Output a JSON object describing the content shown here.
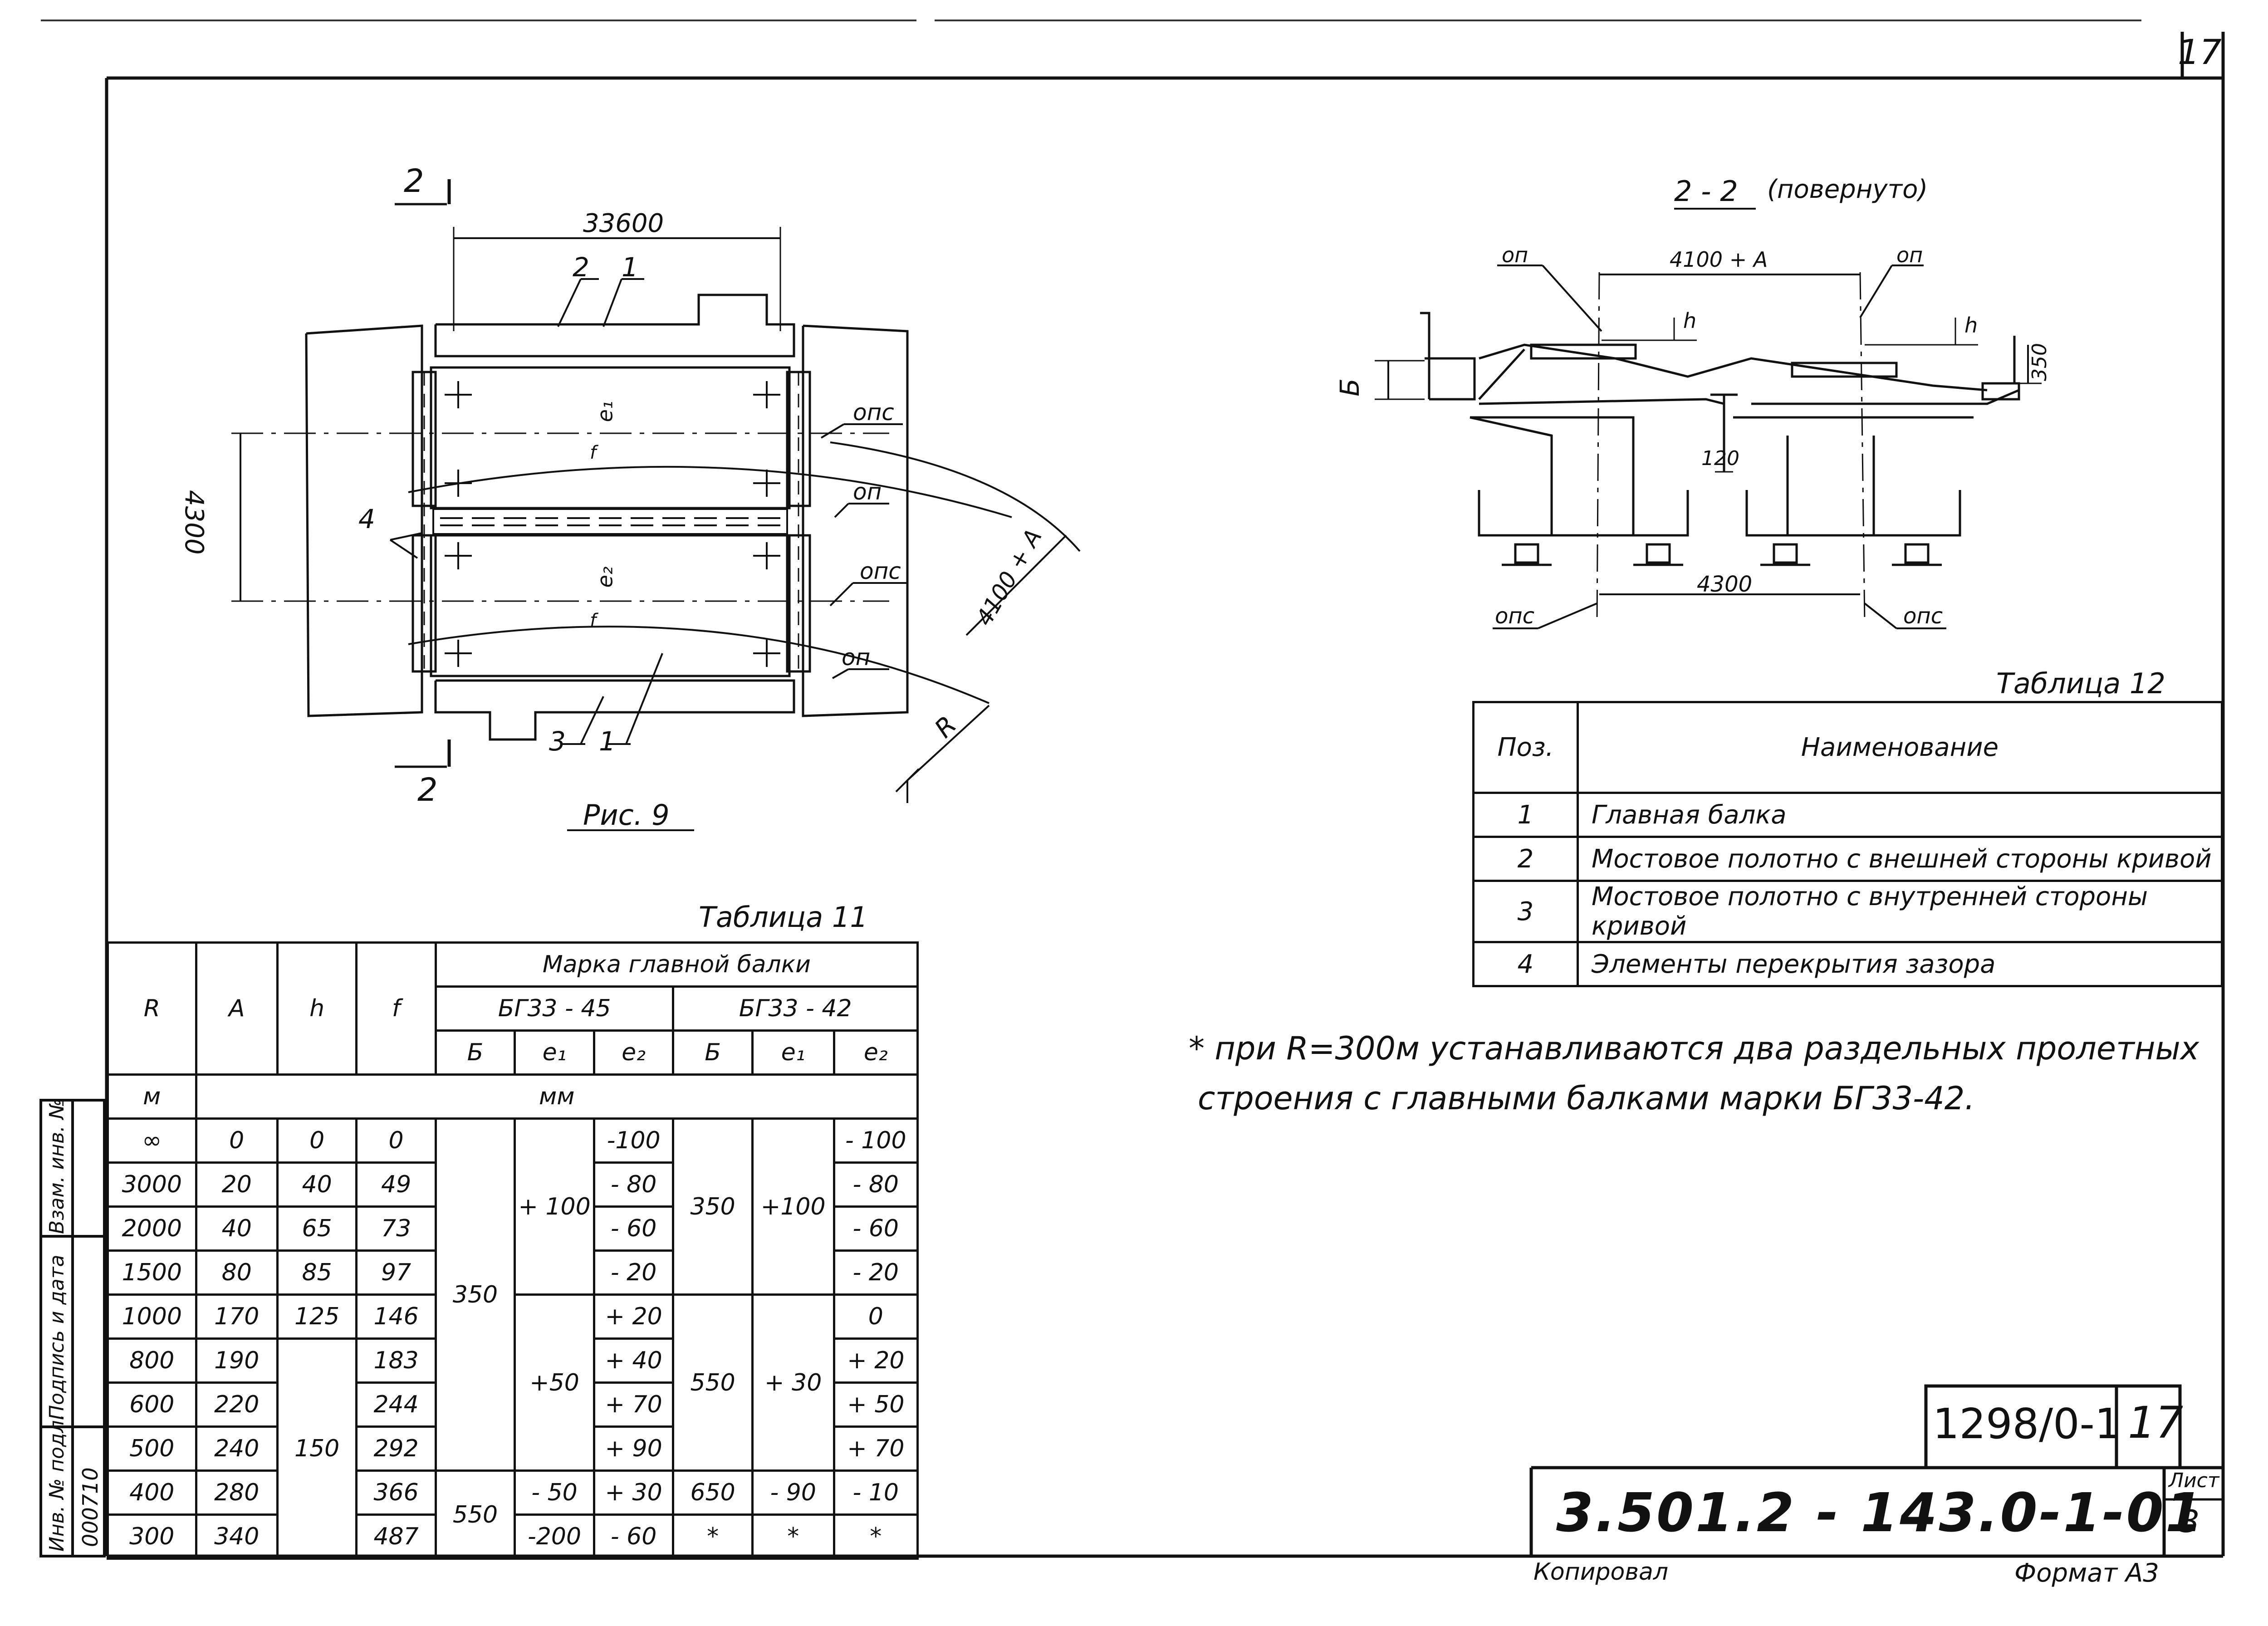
{
  "sheet_no": "17",
  "fig9": {
    "cut_label_top": "2",
    "cut_label_bottom": "2",
    "dim_length": "33600",
    "dim_width": "4300",
    "dim_radius": "4100 + А",
    "radius_label": "R",
    "lead_2": "2",
    "lead_1_top": "1",
    "lead_3": "3",
    "lead_1_bottom": "1",
    "lead_4": "4",
    "e1": "e₁",
    "e2": "e₂",
    "f1": "f",
    "f2": "f",
    "ops1": "опс",
    "op1": "оп",
    "ops2": "опс",
    "op2": "оп",
    "caption": "Рис. 9"
  },
  "section": {
    "title": "2 - 2",
    "subtitle": "(повернуто)",
    "op_left": "оп",
    "op_right": "оп",
    "dim_top": "4100 + А",
    "h_left": "h",
    "h_right": "h",
    "b_label": "Б",
    "dim_350": "350",
    "dim_120": "120",
    "dim_4300": "4300",
    "ops_left": "опс",
    "ops_right": "опс"
  },
  "table12": {
    "title": "Таблица 12",
    "headers": [
      "Поз.",
      "Наименование"
    ],
    "rows": [
      [
        "1",
        "Главная   балка"
      ],
      [
        "2",
        "Мостовое полотно с внешней стороны кривой"
      ],
      [
        "3",
        "Мостовое полотно с внутренней стороны кривой"
      ],
      [
        "4",
        "Элементы перекрытия зазора"
      ]
    ]
  },
  "note": {
    "line1": "* при  R=300м  устанавливаются  два  раздельных  пролетных",
    "line2": "строения   с главными балками марки БГ33-42."
  },
  "table11": {
    "title": "Таблица 11",
    "col_headers": {
      "R": "R",
      "A": "А",
      "h": "h",
      "f": "f",
      "group": "Марка  главной   балки",
      "mark1": "БГ33 - 45",
      "mark2": "БГ33 - 42",
      "sub": [
        "Б",
        "e₁",
        "e₂",
        "Б",
        "e₁",
        "e₂"
      ]
    },
    "units": {
      "m": "м",
      "mm": "мм"
    },
    "rows": [
      [
        "∞",
        "0",
        "0",
        "0"
      ],
      [
        "3000",
        "20",
        "40",
        "49"
      ],
      [
        "2000",
        "40",
        "65",
        "73"
      ],
      [
        "1500",
        "80",
        "85",
        "97"
      ],
      [
        "1000",
        "170",
        "125",
        "146"
      ],
      [
        "800",
        "190",
        "",
        "183"
      ],
      [
        "600",
        "220",
        "",
        "244"
      ],
      [
        "500",
        "240",
        "",
        "292"
      ],
      [
        "400",
        "280",
        "",
        "366"
      ],
      [
        "300",
        "340",
        "",
        "487"
      ]
    ],
    "h_merged": "150",
    "mark1_B": [
      "350",
      "550"
    ],
    "mark1_e1": [
      "+ 100",
      "+50",
      "- 50",
      "-200"
    ],
    "mark1_e2": [
      "-100",
      "- 80",
      "- 60",
      "- 20",
      "+ 20",
      "+ 40",
      "+ 70",
      "+ 90",
      "+ 30",
      "- 60"
    ],
    "mark2_B": [
      "350",
      "550",
      "650",
      "*"
    ],
    "mark2_e1": [
      "+100",
      "+ 30",
      "- 90",
      "*"
    ],
    "mark2_e2": [
      "- 100",
      "- 80",
      "- 60",
      "- 20",
      "0",
      "+ 20",
      "+ 50",
      "+ 70",
      "- 10",
      "*"
    ]
  },
  "sidebar": {
    "labels": [
      "Взам. инв. №",
      "Подпись и дата",
      "Инв. № подл."
    ],
    "inv_no": "000710"
  },
  "stamp": {
    "order_no": "1298/0-1",
    "order_sheet": "17",
    "designation": "3.501.2 - 143.0-1-01",
    "sheet_label": "Лист",
    "sheet_value": "3"
  },
  "footer": {
    "copied": "Копировал",
    "format": "Формат  А3"
  }
}
